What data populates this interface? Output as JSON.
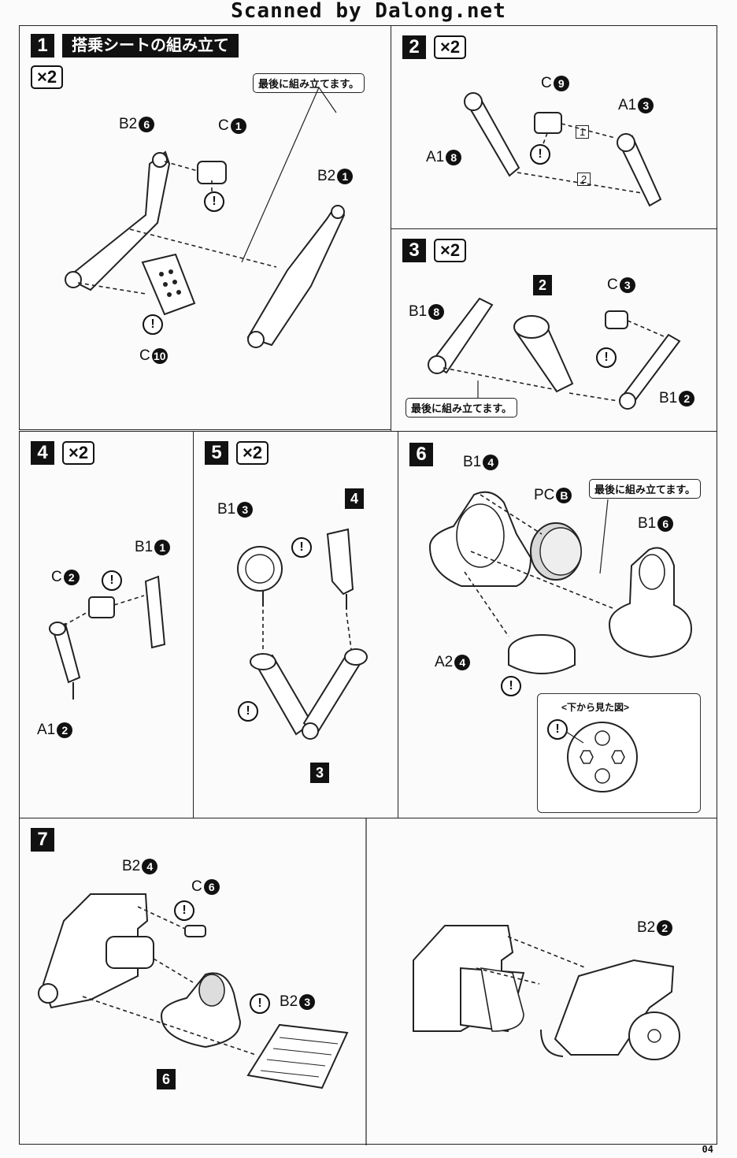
{
  "header": "Scanned by Dalong.net",
  "page_number": "04",
  "steps": {
    "s1": {
      "num": "1",
      "title": "搭乗シートの組み立て",
      "mult": "×2",
      "note": "最後に組み立てます。",
      "parts": [
        "B2",
        "6",
        "C",
        "1",
        "B2",
        "1",
        "C",
        "10"
      ]
    },
    "s2": {
      "num": "2",
      "mult": "×2",
      "parts": [
        "C",
        "9",
        "A1",
        "3",
        "A1",
        "8"
      ],
      "seq": [
        "1",
        "2"
      ]
    },
    "s3": {
      "num": "3",
      "mult": "×2",
      "note": "最後に組み立てます。",
      "parts": [
        "B1",
        "8",
        "C",
        "3",
        "B1",
        "2"
      ],
      "sub": "2"
    },
    "s4": {
      "num": "4",
      "mult": "×2",
      "parts": [
        "B1",
        "1",
        "C",
        "2",
        "A1",
        "2"
      ]
    },
    "s5": {
      "num": "5",
      "mult": "×2",
      "parts": [
        "B1",
        "3"
      ],
      "sub_a": "4",
      "sub_b": "3"
    },
    "s6": {
      "num": "6",
      "note": "最後に組み立てます。",
      "inset_title": "<下から見た図>",
      "parts": [
        "B1",
        "4",
        "PC",
        "B",
        "B1",
        "6",
        "A2",
        "4"
      ]
    },
    "s7": {
      "num": "7",
      "parts": [
        "B2",
        "4",
        "C",
        "6",
        "B2",
        "3",
        "B2",
        "2"
      ],
      "sub": "6"
    }
  },
  "warn_symbol": "!"
}
